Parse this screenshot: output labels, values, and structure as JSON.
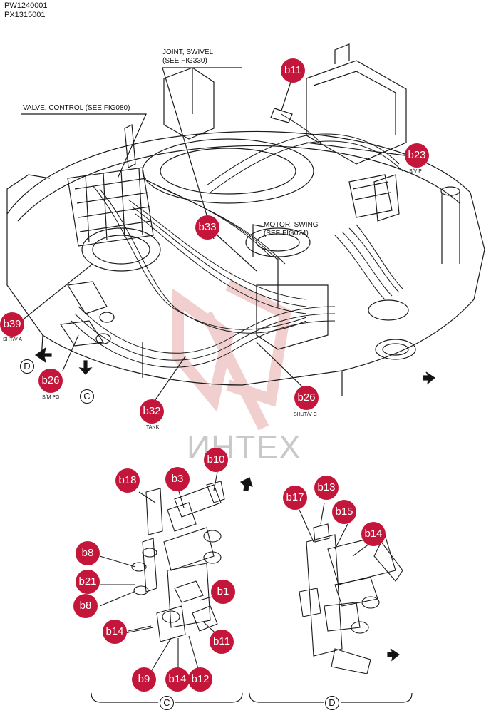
{
  "part_codes": [
    "PW1240001",
    "PX1315001"
  ],
  "callouts": {
    "joint_swivel": [
      "JOINT, SWIVEL",
      "(SEE FIG330)"
    ],
    "valve_control": "VALVE, CONTROL (SEE FIG080)",
    "motor_swing": [
      "MOTOR, SWING",
      "(SEE FIG074)"
    ]
  },
  "small_labels": {
    "sv_p": "S/V P",
    "sht_v_a": "SHT/V A",
    "s_m_pg": "S/M PG",
    "tank": "TANK",
    "shut_v_c": "SHUT/V C"
  },
  "badges": {
    "b11_top": "b11",
    "b23": "b23",
    "b33": "b33",
    "b39": "b39",
    "b26_left": "b26",
    "b32": "b32",
    "b26_right": "b26",
    "b10": "b10",
    "b18": "b18",
    "b3": "b3",
    "b8_top": "b8",
    "b21": "b21",
    "b8_bottom": "b8",
    "b1": "b1",
    "b14_left": "b14",
    "b11_bottom": "b11",
    "b9": "b9",
    "b14_bottom": "b14",
    "b12": "b12",
    "b17": "b17",
    "b13": "b13",
    "b15": "b15",
    "b14_right": "b14"
  },
  "view_letters": {
    "d_arrow": "D",
    "c_arrow": "C",
    "c_bracket": "C",
    "d_bracket": "D"
  },
  "watermark": "ИНТЕХ",
  "colors": {
    "badge": "#c4163a",
    "line": "#1a1a1a",
    "watermark": "#e7a9a9"
  }
}
